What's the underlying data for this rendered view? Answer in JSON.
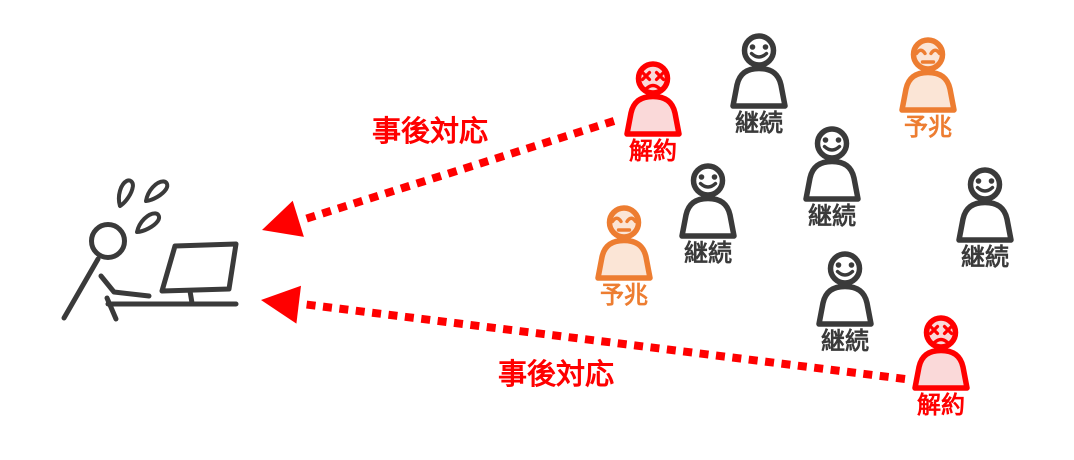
{
  "colors": {
    "churn_red": "#FF0000",
    "churn_red_fill": "#FAD9D9",
    "risk_orange": "#ED7D31",
    "risk_orange_fill": "#FBE5D6",
    "neutral_dark": "#3A3A3A",
    "background": "#FFFFFF"
  },
  "operator": {
    "icon": "stressed-person-at-computer-icon"
  },
  "arrows": {
    "top_label": "事後対応",
    "bottom_label": "事後対応"
  },
  "persons": [
    {
      "label": "解約",
      "icon": "angry-person-icon",
      "color": "#FF0000"
    },
    {
      "label": "継続",
      "icon": "smiling-person-icon",
      "color": "#3A3A3A"
    },
    {
      "label": "予兆",
      "icon": "worried-person-icon",
      "color": "#ED7D31"
    },
    {
      "label": "継続",
      "icon": "smiling-person-icon",
      "color": "#3A3A3A"
    },
    {
      "label": "継続",
      "icon": "smiling-person-icon",
      "color": "#3A3A3A"
    },
    {
      "label": "予兆",
      "icon": "worried-person-icon",
      "color": "#ED7D31"
    },
    {
      "label": "継続",
      "icon": "smiling-person-icon",
      "color": "#3A3A3A"
    },
    {
      "label": "継続",
      "icon": "smiling-person-icon",
      "color": "#3A3A3A"
    },
    {
      "label": "解約",
      "icon": "angry-person-icon",
      "color": "#FF0000"
    }
  ]
}
